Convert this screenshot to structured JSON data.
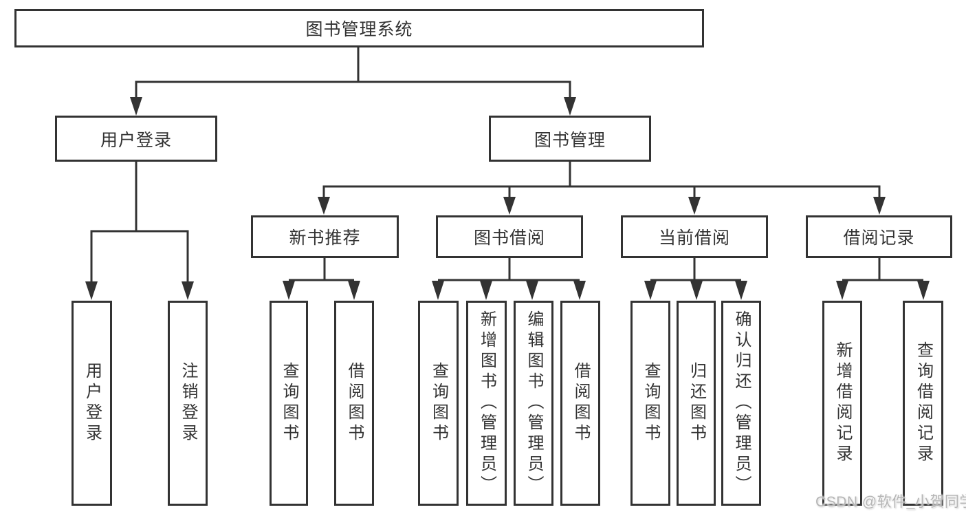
{
  "diagram_title": "图书管理系统",
  "nodes": {
    "root": "图书管理系统",
    "user_login": "用户登录",
    "book_management": "图书管理",
    "new_book_recommend": "新书推荐",
    "book_borrow": "图书借阅",
    "current_borrow": "当前借阅",
    "borrow_records": "借阅记录",
    "leaf_user_login": "用户登录",
    "leaf_logout_login": "注销登录",
    "leaf_query_books_a": "查询图书",
    "leaf_borrow_books_a": "借阅图书",
    "leaf_query_books_b": "查询图书",
    "leaf_add_books_admin": "新增图书（管理员）",
    "leaf_edit_books_admin": "编辑图书（管理员）",
    "leaf_borrow_books_b": "借阅图书",
    "leaf_query_books_c": "查询图书",
    "leaf_return_books": "归还图书",
    "leaf_confirm_return_admin": "确认归还（管理员）",
    "leaf_add_borrow_record": "新增借阅记录",
    "leaf_query_borrow_record": "查询借阅记录"
  },
  "watermark": "CSDN @软件_小贺同学",
  "colors": {
    "line": "#333333",
    "text": "#333333",
    "background": "#ffffff",
    "watermark": "#b5b5b5"
  }
}
